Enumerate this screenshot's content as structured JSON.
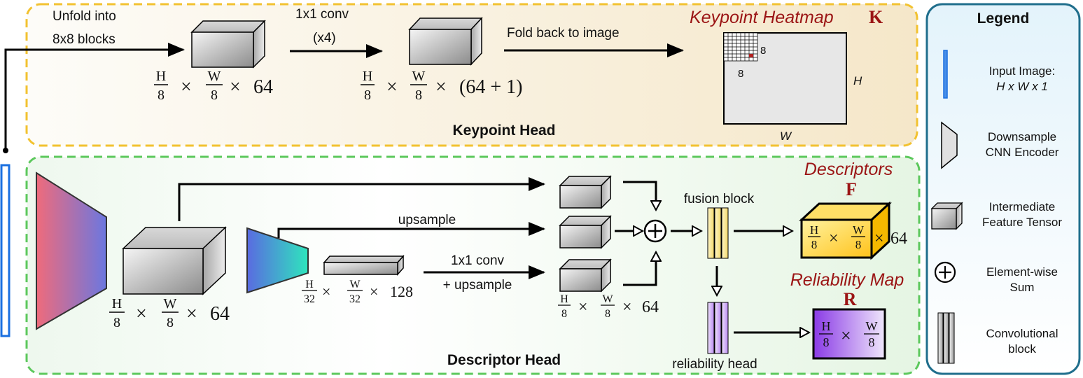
{
  "keypoint_head": {
    "title": "Keypoint Head",
    "unfold_label_line1": "Unfold into",
    "unfold_label_line2": "8x8 blocks",
    "conv_label_line1": "1x1 conv",
    "conv_label_line2": "(x4)",
    "fold_label": "Fold back to image",
    "tensor1_dims": "× × 64",
    "tensor2_dims": "× × (64 + 1)",
    "heatmap_title": "Keypoint Heatmap",
    "heatmap_symbol": "K",
    "heatmap_block_w": "8",
    "heatmap_block_h": "8",
    "heatmap_h": "H",
    "heatmap_w": "W"
  },
  "descriptor_head": {
    "title": "Descriptor Head",
    "upsample_label": "upsample",
    "conv_label_line1": "1x1 conv",
    "conv_label_line2": "+ upsample",
    "fusion_label": "fusion block",
    "reliability_label": "reliability head",
    "encoder_tensor_dims": "64",
    "bottleneck_dims": "128",
    "fused_tensor_dims": "64",
    "descriptors_title": "Descriptors",
    "descriptors_symbol": "F",
    "descriptors_dims": "64",
    "reliability_title": "Reliability Map",
    "reliability_symbol": "R"
  },
  "fractions": {
    "h8": "H",
    "w8": "W",
    "d8": "8",
    "h32": "H",
    "w32": "W",
    "d32": "32",
    "times": "×"
  },
  "legend": {
    "title": "Legend",
    "input_line1": "Input Image:",
    "input_line2": "H x W x 1",
    "encoder_line1": "Downsample",
    "encoder_line2": "CNN Encoder",
    "tensor_line1": "Intermediate",
    "tensor_line2": "Feature Tensor",
    "sum_line1": "Element-wise",
    "sum_line2": "Sum",
    "conv_line1": "Convolutional",
    "conv_line2": "block"
  },
  "colors": {
    "keypoint_border": "#f2c230",
    "descriptor_border": "#5cc85c",
    "legend_border": "#1f6e8c",
    "input_image": "#1a6fe0",
    "title_red": "#9b1515",
    "descriptor_fill": "#ffd21c",
    "reliability_fill": "#8c3ce8"
  }
}
